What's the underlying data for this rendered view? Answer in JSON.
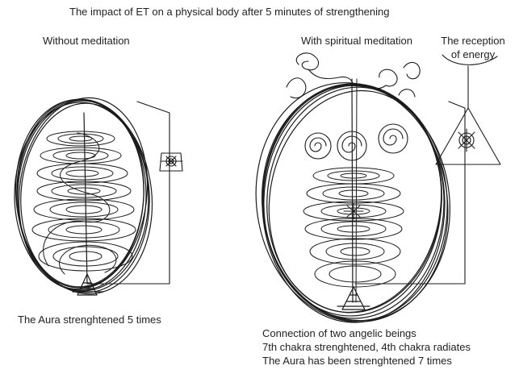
{
  "title": "The impact of ET on a physical body after 5 minutes of strengthening",
  "left_panel": {
    "heading": "Without meditation",
    "caption": "The Aura strenghtened 5 times",
    "icon": "aura-spiral-figure"
  },
  "right_panel": {
    "heading": "With spiritual meditation",
    "reception_label": "The reception of energy",
    "caption_lines": [
      "Connection of two angelic beings",
      "7th chakra strenghtened, 4th chakra radiates",
      "The Aura has been strenghtened 7 times"
    ],
    "icon": "aura-spiral-figure-with-angels"
  },
  "colors": {
    "ink": "#1b1b1b",
    "paper": "#ffffff"
  }
}
